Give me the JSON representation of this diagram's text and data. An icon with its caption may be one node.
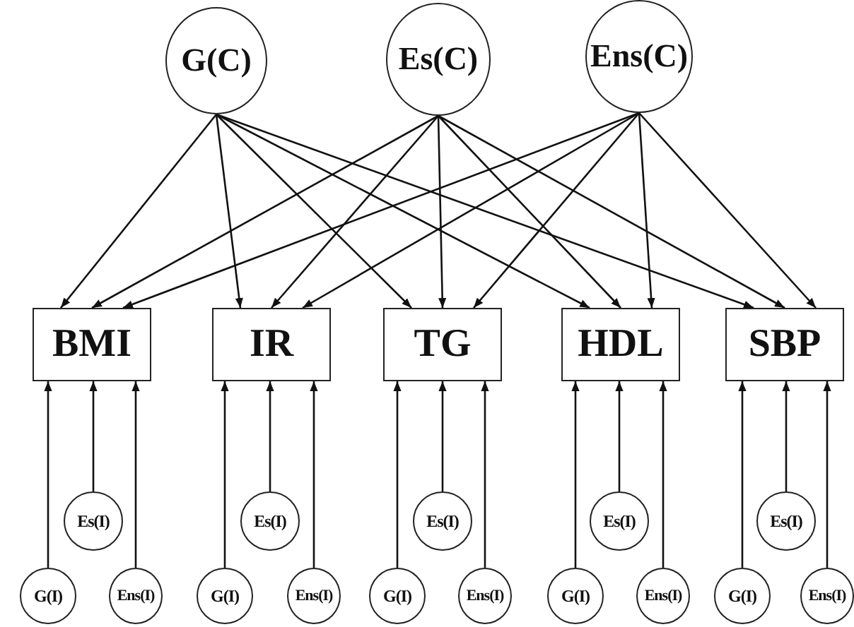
{
  "diagram": {
    "nodes": [
      {
        "text": [
          "G(C)"
        ]
      },
      {
        "text": [
          "Es(C)"
        ]
      },
      {
        "text": [
          "Ens(C)"
        ]
      },
      {
        "text": [
          "BMI"
        ]
      },
      {
        "text": [
          "IR"
        ]
      },
      {
        "text": [
          "TG"
        ]
      },
      {
        "text": [
          "HDL"
        ]
      },
      {
        "text": [
          "SBP"
        ]
      },
      {
        "text": [
          "G(I)"
        ]
      },
      {
        "text": [
          "Es(I)"
        ]
      },
      {
        "text": [
          "Ens(I)"
        ]
      },
      {
        "text": [
          "G(I)"
        ]
      },
      {
        "text": [
          "Es(I)"
        ]
      },
      {
        "text": [
          "Ens(I)"
        ]
      },
      {
        "text": [
          "G(I)"
        ]
      },
      {
        "text": [
          "Es(I)"
        ]
      },
      {
        "text": [
          "Ens(I)"
        ]
      },
      {
        "text": [
          "G(I)"
        ]
      },
      {
        "text": [
          "Es(I)"
        ]
      },
      {
        "text": [
          "Ens(I)"
        ]
      },
      {
        "text": [
          "G(I)"
        ]
      },
      {
        "text": [
          "Es(I)"
        ]
      },
      {
        "text": [
          "Ens(I)"
        ]
      }
    ],
    "edges": [
      {
        "from": 0,
        "to": 3,
        "arrow": "to"
      },
      {
        "from": 0,
        "to": 4,
        "arrow": "to"
      },
      {
        "from": 0,
        "to": 5,
        "arrow": "to"
      },
      {
        "from": 0,
        "to": 6,
        "arrow": "to"
      },
      {
        "from": 0,
        "to": 7,
        "arrow": "to"
      },
      {
        "from": 1,
        "to": 3,
        "arrow": "to"
      },
      {
        "from": 1,
        "to": 4,
        "arrow": "to"
      },
      {
        "from": 1,
        "to": 5,
        "arrow": "to"
      },
      {
        "from": 1,
        "to": 6,
        "arrow": "to"
      },
      {
        "from": 1,
        "to": 7,
        "arrow": "to"
      },
      {
        "from": 2,
        "to": 3,
        "arrow": "to"
      },
      {
        "from": 2,
        "to": 4,
        "arrow": "to"
      },
      {
        "from": 2,
        "to": 5,
        "arrow": "to"
      },
      {
        "from": 2,
        "to": 6,
        "arrow": "to"
      },
      {
        "from": 2,
        "to": 7,
        "arrow": "to"
      },
      {
        "from": 8,
        "to": 3,
        "arrow": "to"
      },
      {
        "from": 9,
        "to": 3,
        "arrow": "to"
      },
      {
        "from": 10,
        "to": 3,
        "arrow": "to"
      },
      {
        "from": 11,
        "to": 4,
        "arrow": "to"
      },
      {
        "from": 12,
        "to": 4,
        "arrow": "to"
      },
      {
        "from": 13,
        "to": 4,
        "arrow": "to"
      },
      {
        "from": 14,
        "to": 5,
        "arrow": "to"
      },
      {
        "from": 15,
        "to": 5,
        "arrow": "to"
      },
      {
        "from": 16,
        "to": 5,
        "arrow": "to"
      },
      {
        "from": 17,
        "to": 6,
        "arrow": "to"
      },
      {
        "from": 18,
        "to": 6,
        "arrow": "to"
      },
      {
        "from": 19,
        "to": 6,
        "arrow": "to"
      },
      {
        "from": 20,
        "to": 7,
        "arrow": "to"
      },
      {
        "from": 21,
        "to": 7,
        "arrow": "to"
      },
      {
        "from": 22,
        "to": 7,
        "arrow": "to"
      }
    ]
  }
}
